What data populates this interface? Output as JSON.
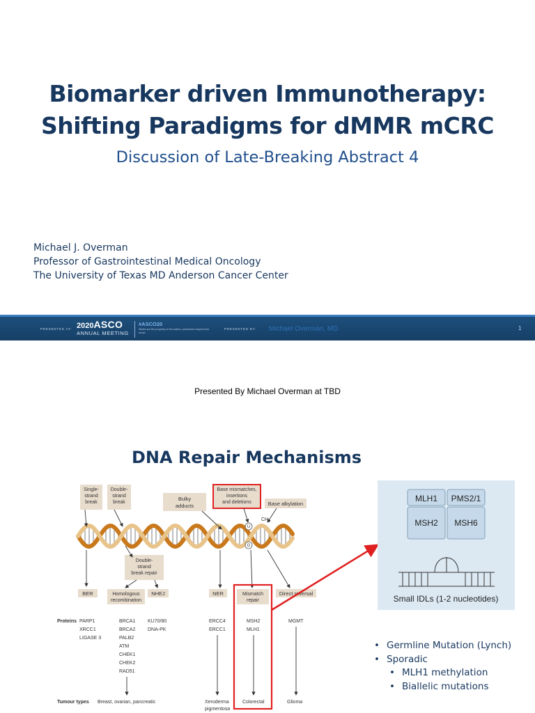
{
  "slide1": {
    "title_line1": "Biomarker driven Immunotherapy:",
    "title_line2": "Shifting Paradigms for dMMR mCRC",
    "subtitle": "Discussion of Late-Breaking Abstract  4",
    "author": {
      "name": "Michael J. Overman",
      "role": "Professor of Gastrointestinal Medical Oncology",
      "institution": "The University of Texas MD Anderson Cancer Center"
    },
    "footer": {
      "presented_at": "PRESENTED AT:",
      "meeting_year": "2020",
      "meeting_name": "ASCO",
      "meeting_sub": "ANNUAL MEETING",
      "hashtag": "#ASCO20",
      "note": "Slides are the property of the author, permission required for reuse.",
      "presented_by": "PRESENTED BY:",
      "presenter": "Michael Overman, MD",
      "slide_number": "1"
    }
  },
  "caption": "Presented By Michael Overman at TBD",
  "slide2": {
    "title": "DNA Repair Mechanisms",
    "damage_labels": {
      "single_strand": [
        "Single-",
        "strand",
        "break"
      ],
      "double_strand": [
        "Double-",
        "strand",
        "break"
      ],
      "bulky": [
        "Bulky",
        "adducts"
      ],
      "mismatch": [
        "Base mismatches,",
        "insertions",
        "and deletions"
      ],
      "alkylation": "Base alkylation",
      "ch3": "CH",
      "ch3_sub": "3",
      "u": "U",
      "g": "G",
      "dsb_repair": [
        "Double-",
        "strand",
        "break repair"
      ]
    },
    "pathways": {
      "ber": "BER",
      "hr": [
        "Homologous",
        "recombination"
      ],
      "nhej": "NHEJ",
      "ner": "NER",
      "mmr": [
        "Mismatch",
        "repair"
      ],
      "direct": "Direct reversal"
    },
    "proteins_label": "Proteins",
    "proteins": {
      "ber": [
        "PARP1",
        "XRCC1",
        "LIGASE 3"
      ],
      "hr": [
        "BRCA1",
        "BRCA2",
        "PALB2",
        "ATM",
        "CHEK1",
        "CHEK2",
        "RAD51"
      ],
      "nhej": [
        "KU70/80",
        "DNA-PK"
      ],
      "ner": [
        "ERCC4",
        "ERCC1"
      ],
      "mmr": [
        "MSH2",
        "MLH1"
      ],
      "direct": [
        "MGMT"
      ]
    },
    "tumour_label": "Tumour types",
    "tumours": {
      "hr": "Breast, ovarian, pancreatic",
      "ner": [
        "Xeroderma",
        "pigmentosa"
      ],
      "mmr": "Colorectal",
      "direct": "Glioma"
    },
    "inset": {
      "mlh1": "MLH1",
      "pms2": "PMS2/1",
      "msh2": "MSH2",
      "msh6": "MSH6",
      "caption": "Small IDLs (1-2 nucleotides)"
    },
    "bullets": [
      "Germline Mutation (Lynch)",
      "Sporadic"
    ],
    "sub_bullets": [
      "MLH1 methylation",
      "Biallelic mutations"
    ],
    "colors": {
      "title": "#17375e",
      "label_box": "#e8dccd",
      "highlight": "#e02020",
      "inset_bg": "#dce9f3",
      "inset_box": "#c5d9ea"
    }
  }
}
